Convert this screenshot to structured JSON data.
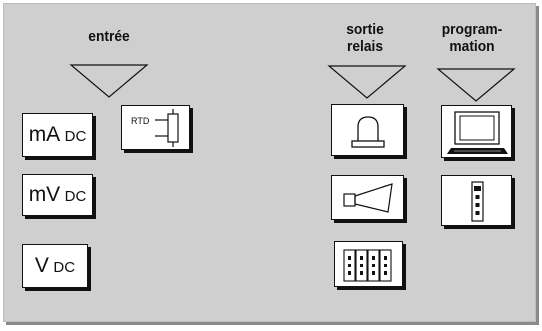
{
  "headings": {
    "input": "entrée",
    "relay_output": "sortie\nrelais",
    "programming": "program-\nmation"
  },
  "inputs": {
    "ma_dc": {
      "main": "mA",
      "sub": "DC"
    },
    "mv_dc": {
      "main": "mV",
      "sub": "DC"
    },
    "v_dc": {
      "main": "V",
      "sub": "DC"
    },
    "rtd": {
      "label": "RTD"
    }
  },
  "icons": {
    "output": [
      "alarm-lamp-icon",
      "horn-icon",
      "relay-modules-icon"
    ],
    "programming": [
      "computer-icon",
      "module-icon"
    ]
  }
}
